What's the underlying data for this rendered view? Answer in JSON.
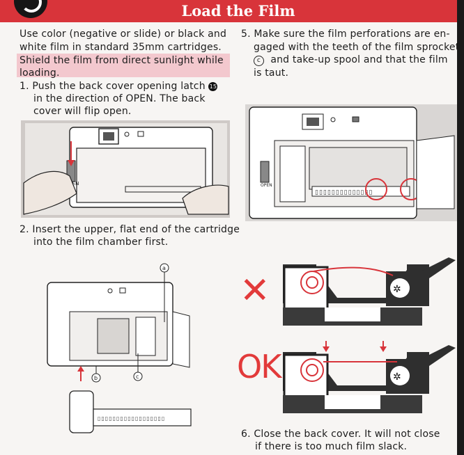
{
  "header": {
    "title": "Load the Film"
  },
  "intro": {
    "line1": "Use color (negative or slide) or black and",
    "line2": "white film in standard 35mm cartridges.",
    "warn1": "Shield the film from direct sunlight while",
    "warn2": "loading."
  },
  "step1": {
    "l1": "1. Push the back cover opening latch",
    "badge": "15",
    "l2": "in the direction of OPEN.  The back",
    "l3": "cover will flip open."
  },
  "step2": {
    "l1": "2. Insert the upper, flat end of the cartridge",
    "l2": "into the film chamber first."
  },
  "step5": {
    "l1": "5. Make sure the film perforations are en-",
    "l2": "gaged with the teeth of the film sprocket",
    "c": "c",
    "l3": "and take-up spool and that the film",
    "l4": "is taut."
  },
  "step6": {
    "l1": "6. Close the back cover.  It will not close",
    "l2": "if there is too much film slack."
  },
  "labels": {
    "open": "OPEN",
    "a": "a",
    "b": "b",
    "c": "c"
  },
  "marks": {
    "wrong": "✕",
    "ok": "OK"
  },
  "colors": {
    "accent": "#d8343a",
    "highlight": "#f3c8ce"
  }
}
